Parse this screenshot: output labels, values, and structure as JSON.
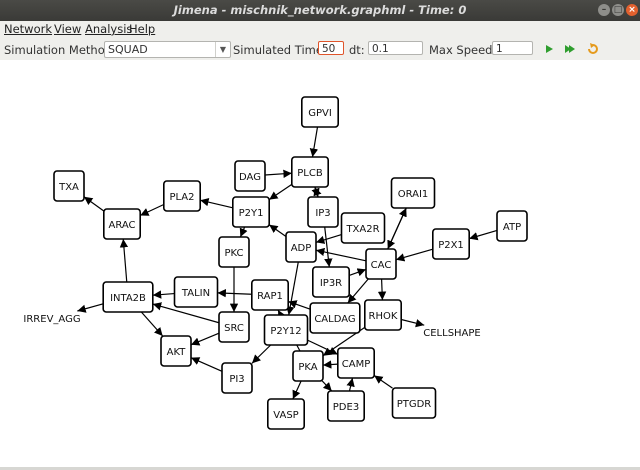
{
  "window": {
    "title": "Jimena - mischnik_network.graphml - Time: 0"
  },
  "menu": [
    "Network",
    "View",
    "Analysis",
    "Help"
  ],
  "toolbar": {
    "method_label": "Simulation Method:",
    "method_value": "SQUAD",
    "time_label": "Simulated Time:",
    "time_value": "50",
    "dt_label": "dt:",
    "dt_value": "0.1",
    "speed_label": "Max Speed:",
    "speed_value": "1",
    "run_icon": "play-icon",
    "fast_icon": "fast-play-icon",
    "reset_icon": "reset-icon",
    "colors": {
      "play": "#2f9e2f",
      "reset": "#e59a1c",
      "focus_border": "#e0552b"
    }
  },
  "network": {
    "nodes": [
      "GPVI",
      "PLCB",
      "DAG",
      "TXA",
      "PLA2",
      "P2Y1",
      "IP3",
      "ORAI1",
      "ARAC",
      "TXA2R",
      "P2X1",
      "ATP",
      "PKC",
      "ADP",
      "CAC",
      "IP3R",
      "INTA2B",
      "TALIN",
      "RAP1",
      "IRREV_AGG",
      "RHOK",
      "SRC",
      "CALDAG",
      "P2Y12",
      "CELLSHAPE",
      "AKT",
      "PKA",
      "CAMP",
      "PI3",
      "VASP",
      "PDE3",
      "PTGDR"
    ],
    "edges": [
      [
        "GPVI",
        "PLCB"
      ],
      [
        "DAG",
        "PLCB"
      ],
      [
        "PLCB",
        "P2Y1"
      ],
      [
        "PLCB",
        "IP3"
      ],
      [
        "IP3",
        "PLCB"
      ],
      [
        "P2Y1",
        "PLA2"
      ],
      [
        "PLA2",
        "ARAC"
      ],
      [
        "ARAC",
        "TXA"
      ],
      [
        "INTA2B",
        "ARAC"
      ],
      [
        "P2Y1",
        "PKC"
      ],
      [
        "ADP",
        "P2Y1"
      ],
      [
        "IP3",
        "IP3R"
      ],
      [
        "CAC",
        "ADP"
      ],
      [
        "IP3R",
        "CAC"
      ],
      [
        "ORAI1",
        "CAC"
      ],
      [
        "CAC",
        "ORAI1"
      ],
      [
        "P2X1",
        "CAC"
      ],
      [
        "ATP",
        "P2X1"
      ],
      [
        "TXA2R",
        "ADP"
      ],
      [
        "RHOK",
        "CELLSHAPE"
      ],
      [
        "CAC",
        "RHOK"
      ],
      [
        "CAC",
        "CALDAG"
      ],
      [
        "CALDAG",
        "RAP1"
      ],
      [
        "RAP1",
        "TALIN"
      ],
      [
        "TALIN",
        "INTA2B"
      ],
      [
        "INTA2B",
        "IRREV_AGG"
      ],
      [
        "SRC",
        "INTA2B"
      ],
      [
        "PKC",
        "SRC"
      ],
      [
        "INTA2B",
        "AKT"
      ],
      [
        "SRC",
        "AKT"
      ],
      [
        "PI3",
        "AKT"
      ],
      [
        "P2Y12",
        "PI3"
      ],
      [
        "ADP",
        "P2Y12"
      ],
      [
        "PKA",
        "VASP"
      ],
      [
        "PKA",
        "PDE3"
      ],
      [
        "CAMP",
        "PKA"
      ],
      [
        "PTGDR",
        "CAMP"
      ],
      [
        "PDE3",
        "CAMP"
      ],
      [
        "RHOK",
        "PKA"
      ],
      [
        "PKA",
        "RAP1"
      ],
      [
        "P2Y12",
        "CAMP"
      ]
    ]
  }
}
